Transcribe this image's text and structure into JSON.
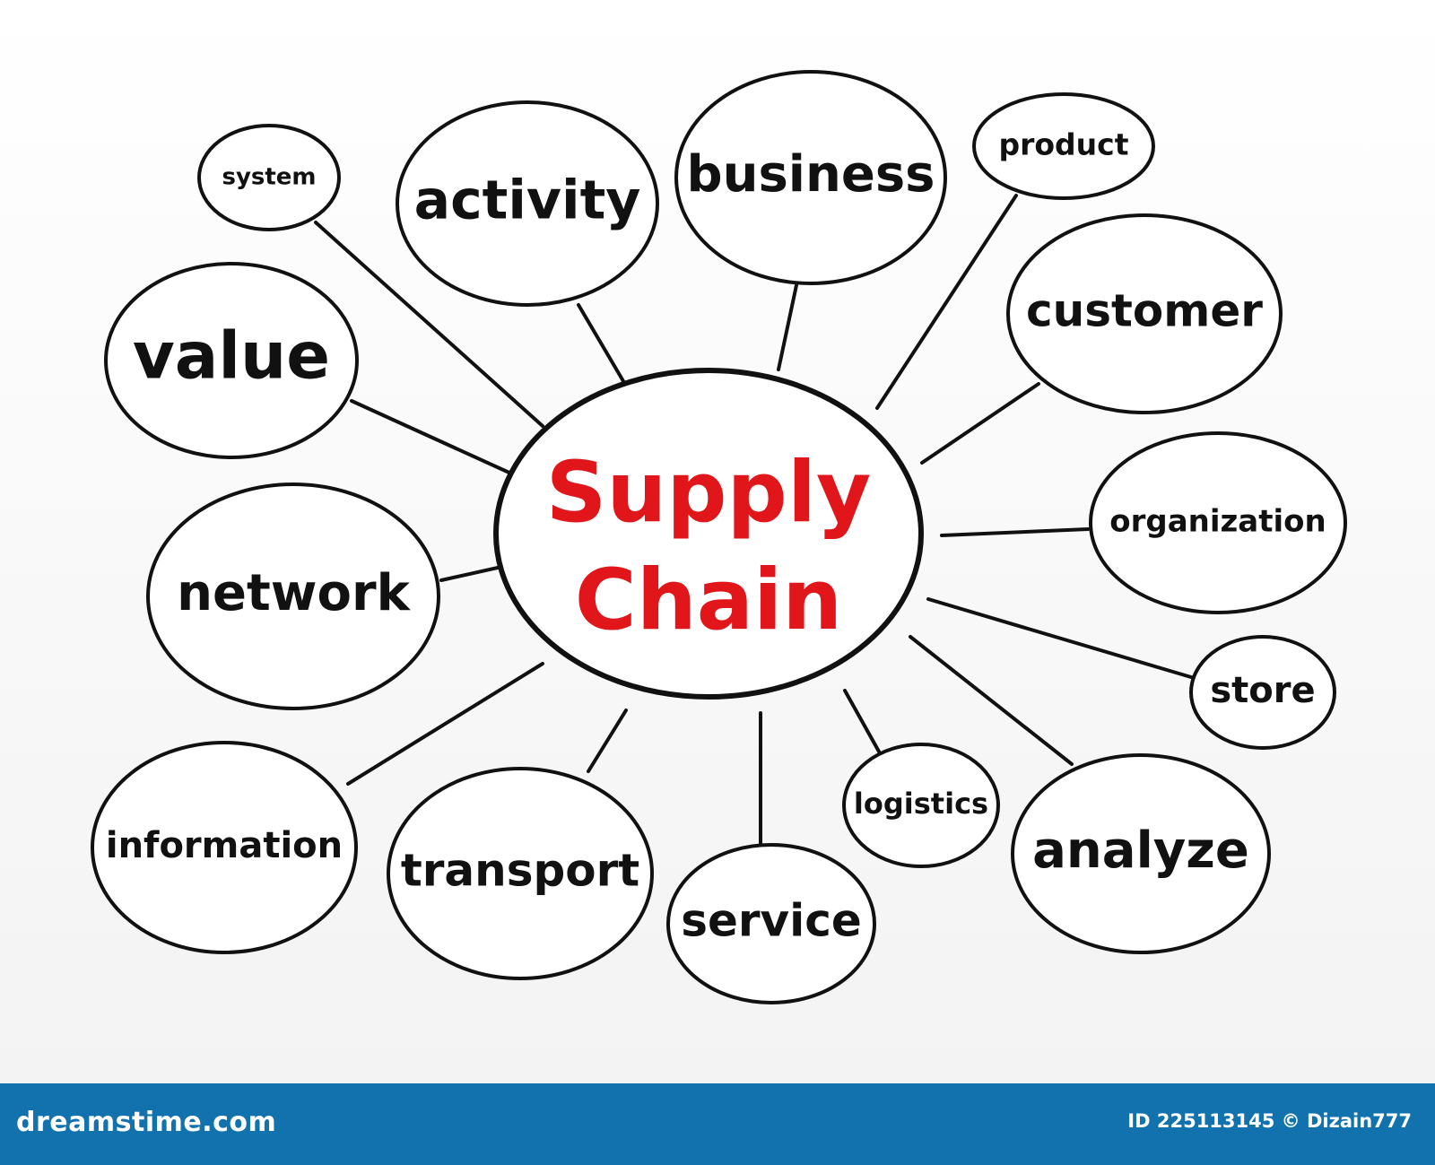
{
  "diagram": {
    "center": {
      "line1": "Supply",
      "line2": "Chain",
      "color": "#e0161b"
    },
    "nodes": [
      {
        "id": "system",
        "label": "system"
      },
      {
        "id": "activity",
        "label": "activity"
      },
      {
        "id": "business",
        "label": "business"
      },
      {
        "id": "product",
        "label": "product"
      },
      {
        "id": "customer",
        "label": "customer"
      },
      {
        "id": "value",
        "label": "value"
      },
      {
        "id": "organization",
        "label": "organization"
      },
      {
        "id": "network",
        "label": "network"
      },
      {
        "id": "store",
        "label": "store"
      },
      {
        "id": "information",
        "label": "information"
      },
      {
        "id": "transport",
        "label": "transport"
      },
      {
        "id": "service",
        "label": "service"
      },
      {
        "id": "logistics",
        "label": "logistics"
      },
      {
        "id": "analyze",
        "label": "analyze"
      }
    ]
  },
  "footer": {
    "site_name": "dreamstime.com",
    "image_credit": "ID 225113145 © Dizain777",
    "background": "#1172ad"
  }
}
